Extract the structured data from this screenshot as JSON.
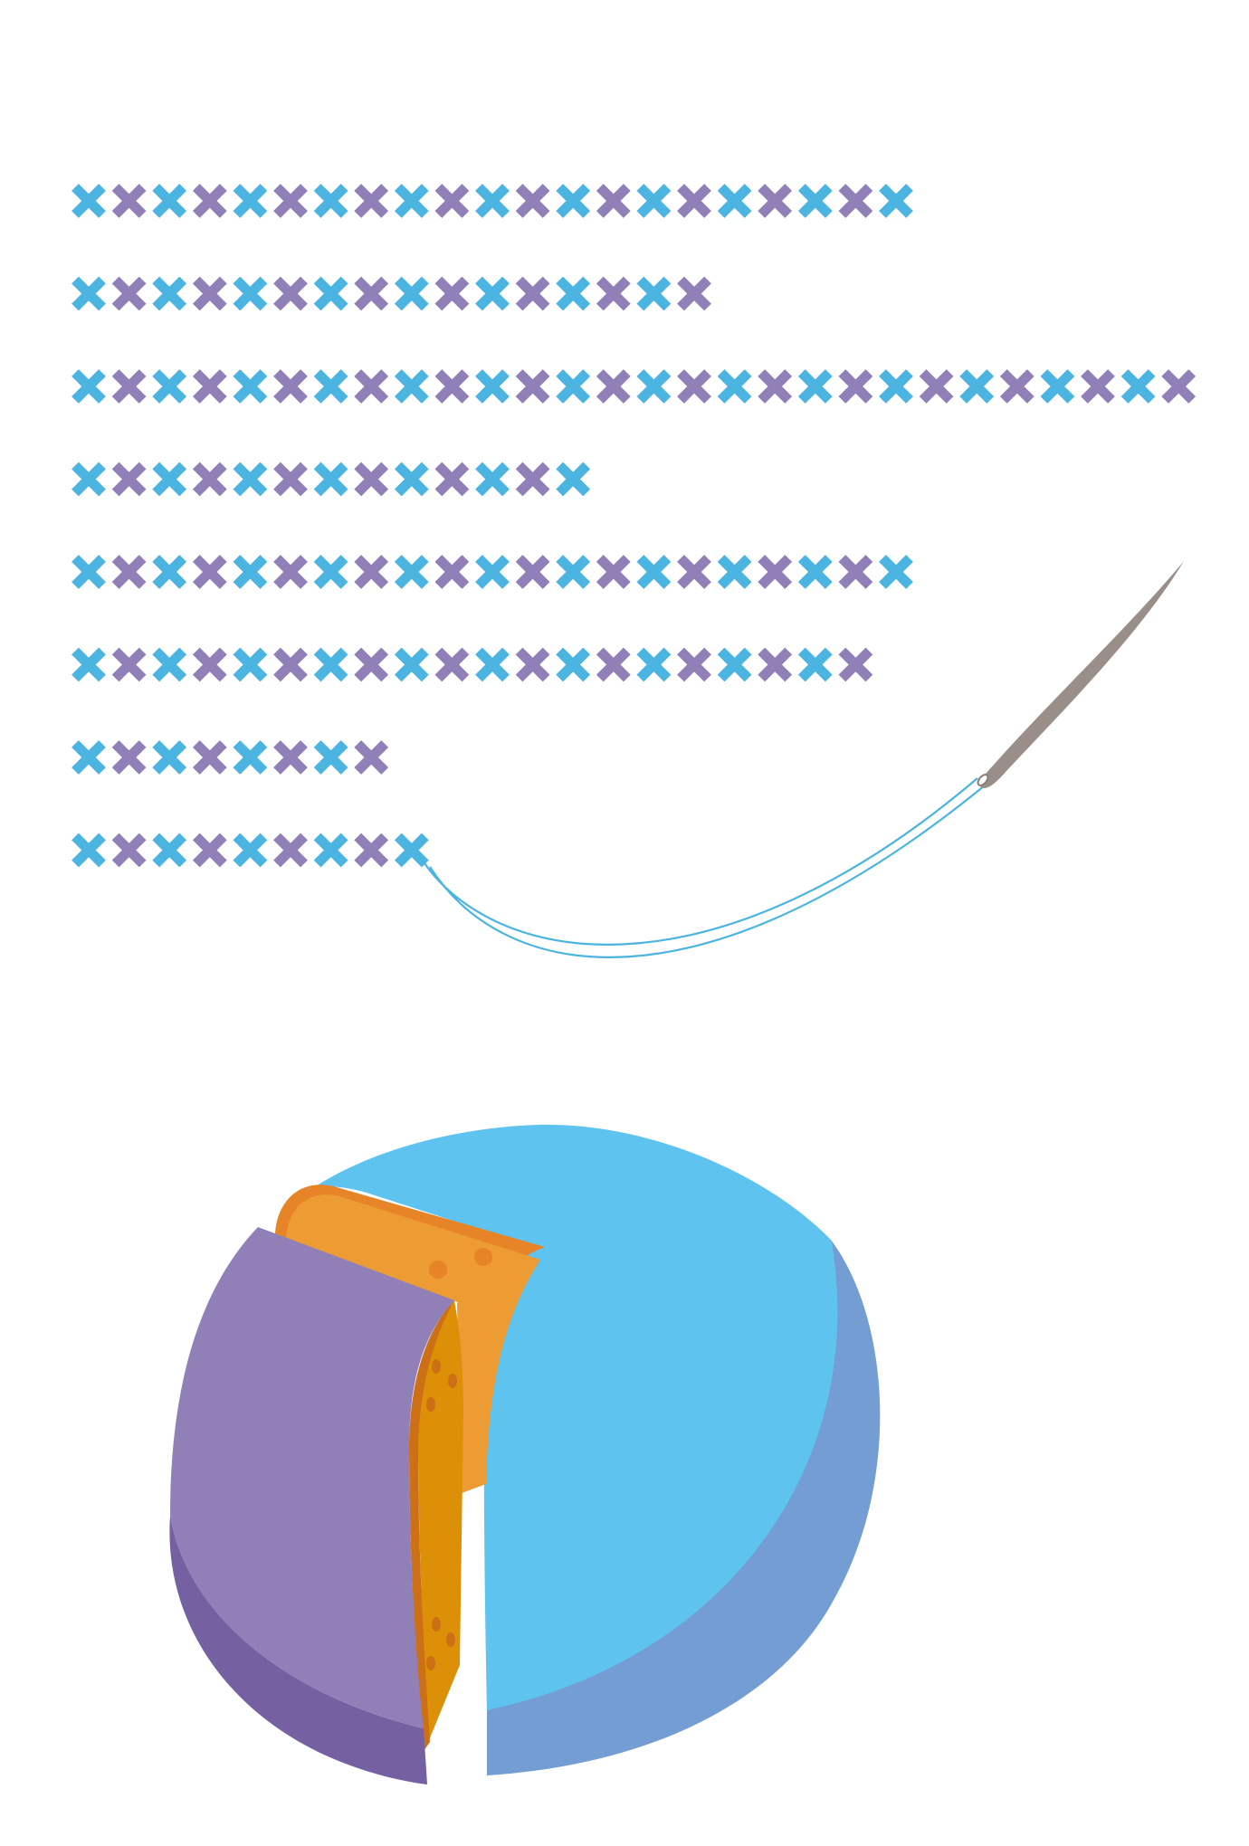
{
  "illustration": {
    "cross_stitch_rows": [
      {
        "count": 21
      },
      {
        "count": 16
      },
      {
        "count": 28
      },
      {
        "count": 13
      },
      {
        "count": 21
      },
      {
        "count": 20
      },
      {
        "count": 8
      },
      {
        "count": 9
      }
    ],
    "colors": {
      "background": "#ffffff",
      "stitch_blue": "#4bb4e0",
      "stitch_purple": "#9180b8",
      "thread": "#4bb4e0",
      "needle": "#9a8f88",
      "pie_top": "#5fc3ef",
      "pie_side_blue": "#739dd3",
      "wedge_top_orange": "#ed9b33",
      "wedge_rim_orange": "#e88428",
      "wedge_face_orange": "#dc9008",
      "wedge_shadow_orange": "#cd6f14",
      "purple_face": "#9180b8",
      "purple_side": "#7561a1"
    }
  }
}
